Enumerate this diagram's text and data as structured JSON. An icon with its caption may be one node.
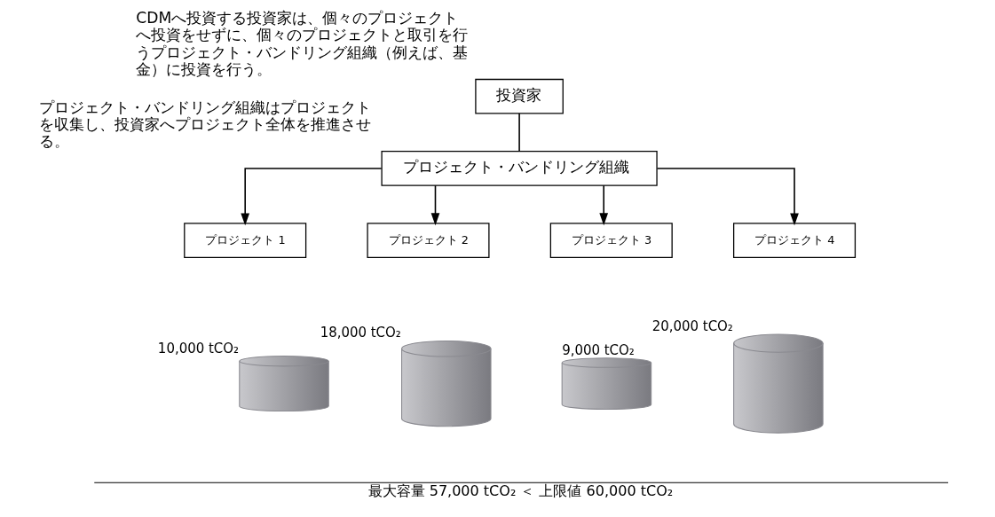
{
  "diagram": {
    "nodes": [
      {
        "text": [
          "投資家"
        ],
        "beside": [
          "CDMへ投資する投資家は、個々のプロジェクトへ投資をせずに、個々のプロジェクトと取引を行うプロジェクト・バンドリング組織（例えば、基金）に投資を行う。"
        ]
      },
      {
        "text": [
          "プロジェクト・バンドリング組織"
        ],
        "beside": [
          "プロジェクト・バンドリング組織はプロジェクトを収集し、投資家へプロジェクト全体を推進させる。"
        ]
      },
      {
        "text": [
          "プロジェクト 1"
        ]
      },
      {
        "text": [
          "プロジェクト 2"
        ]
      },
      {
        "text": [
          "プロジェクト 3"
        ]
      },
      {
        "text": [
          "プロジェクト 4"
        ]
      },
      {
        "text": [],
        "shape": "cylinder",
        "beside": [
          "10,000 tCO₂"
        ]
      },
      {
        "text": [],
        "shape": "cylinder",
        "beside": [
          "18,000 tCO₂"
        ]
      },
      {
        "text": [],
        "shape": "cylinder",
        "beside": [
          "9,000 tCO₂"
        ]
      },
      {
        "text": [],
        "shape": "cylinder",
        "beside": [
          "20,000 tCO₂"
        ]
      }
    ],
    "edges": [
      {
        "from": 0,
        "to": 1,
        "arrow": "none"
      },
      {
        "from": 1,
        "to": 2,
        "arrow": "to"
      },
      {
        "from": 1,
        "to": 3,
        "arrow": "to"
      },
      {
        "from": 1,
        "to": 4,
        "arrow": "to"
      },
      {
        "from": 1,
        "to": 5,
        "arrow": "to"
      }
    ],
    "labels": [
      "最大容量 57,000 tCO₂ ＜ 上限値 60,000 tCO₂"
    ]
  }
}
